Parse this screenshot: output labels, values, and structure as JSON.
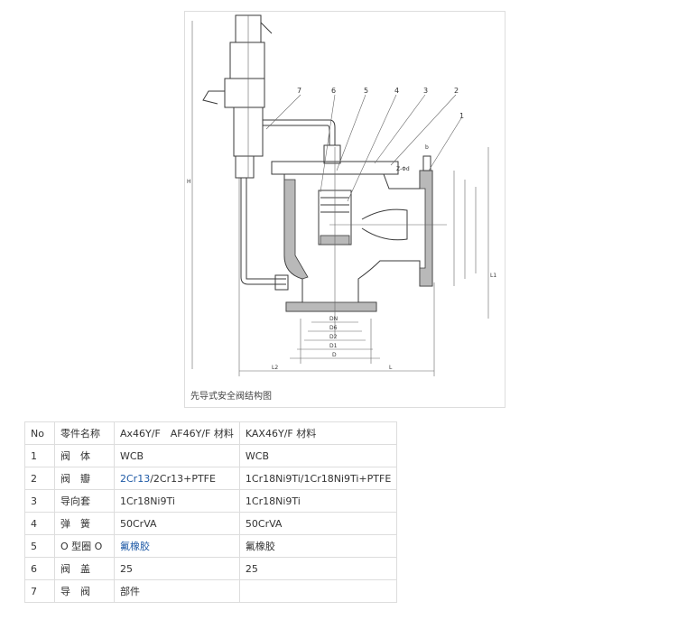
{
  "figure": {
    "caption": "先导式安全阀结构图",
    "callouts": [
      "1",
      "2",
      "3",
      "4",
      "5",
      "6",
      "7"
    ],
    "dimension_labels": [
      "DN",
      "D6",
      "D2",
      "D1",
      "D",
      "L2",
      "L",
      "H",
      "L1",
      "b",
      "Z-Φd"
    ]
  },
  "table": {
    "headers": [
      "No",
      "零件名称",
      "Ax46Y/F　AF46Y/F 材料",
      "KAX46Y/F 材料"
    ],
    "rows": [
      {
        "no": "1",
        "name": "阀　体",
        "mat1": "WCB",
        "mat2": "WCB"
      },
      {
        "no": "2",
        "name": "阀　瓣",
        "mat1_link": "2Cr13",
        "mat1_rest": "/2Cr13+PTFE",
        "mat2": "1Cr18Ni9Ti/1Cr18Ni9Ti+PTFE"
      },
      {
        "no": "3",
        "name": "导向套",
        "mat1": "1Cr18Ni9Ti",
        "mat2": "1Cr18Ni9Ti"
      },
      {
        "no": "4",
        "name": "弹　簧",
        "mat1": "50CrVA",
        "mat2": "50CrVA"
      },
      {
        "no": "5",
        "name": "O 型圈 O",
        "mat1_link": "氟橡胶",
        "mat2": "氟橡胶"
      },
      {
        "no": "6",
        "name": "阀　盖",
        "mat1": "25",
        "mat2": "25"
      },
      {
        "no": "7",
        "name": "导　阀",
        "mat1": "部件",
        "mat2": ""
      }
    ]
  }
}
